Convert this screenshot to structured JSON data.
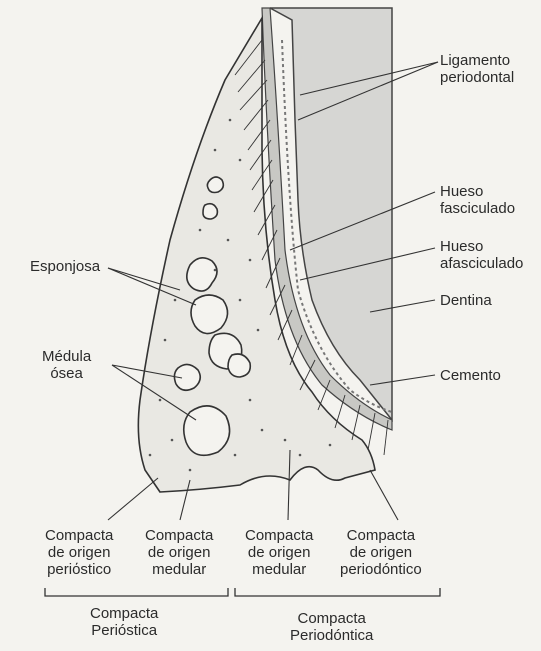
{
  "labels": {
    "ligamento": [
      "Ligamento",
      "periodontal"
    ],
    "hueso_fasciculado": [
      "Hueso",
      "fasciculado"
    ],
    "hueso_afasciculado": [
      "Hueso",
      "afasciculado"
    ],
    "dentina": "Dentina",
    "cemento": "Cemento",
    "esponjosa": "Esponjosa",
    "medula": [
      "Médula",
      "ósea"
    ],
    "bottom": [
      [
        "Compacta",
        "de origen",
        "periόstico"
      ],
      [
        "Compacta",
        "de origen",
        "medular"
      ],
      [
        "Compacta",
        "de origen",
        "medular"
      ],
      [
        "Compacta",
        "de origen",
        "periodóntico"
      ]
    ],
    "groups": [
      [
        "Compacta",
        "Perióstica"
      ],
      [
        "Compacta",
        "Periodóntica"
      ]
    ]
  },
  "colors": {
    "background": "#f4f3ef",
    "dentin": "#d6d6d3",
    "bone": "#e9e8e3",
    "ink": "#2b2b2b"
  }
}
